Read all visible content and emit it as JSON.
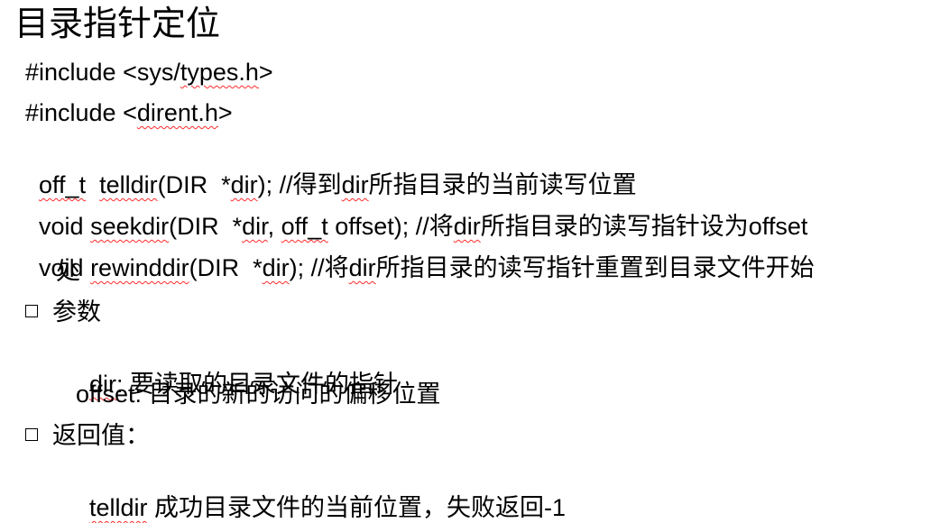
{
  "slide": {
    "title": "目录指针定位",
    "line1": {
      "a": "#include <sys/",
      "b": "types.h",
      "c": ">"
    },
    "line2": {
      "a": "#include <",
      "b": "dirent.h",
      "c": ">"
    },
    "line3": {
      "a": "off_t",
      "b": "  ",
      "c": "telldir",
      "d": "(DIR  *",
      "e": "dir",
      "f": "); //得到",
      "g": "dir",
      "h": "所指目录的当前读写位置"
    },
    "line4": {
      "a": "void ",
      "b": "seekdir",
      "c": "(DIR  *",
      "d": "dir",
      "e": ", ",
      "f": "off_t",
      "g": " offset); //将",
      "h": "dir",
      "i": "所指目录的读写指针设为offset"
    },
    "line5": {
      "a": "void ",
      "b": "rewinddir",
      "c": "(DIR  *",
      "d": "dir",
      "e": "); //将",
      "f": "dir",
      "g": "所指目录的读写指针重置到目录文件开始"
    },
    "line5_cont": "处",
    "bullet_params": "参数",
    "param_dir": {
      "a": "dir",
      "b": ": 要读取的目录文件的指针"
    },
    "param_offset": "offset: 目录的新的访问的偏移位置",
    "bullet_return": "返回值：",
    "return_line": {
      "a": "telldir",
      "b": " 成功目录文件的当前位置，失败返回-1"
    }
  }
}
